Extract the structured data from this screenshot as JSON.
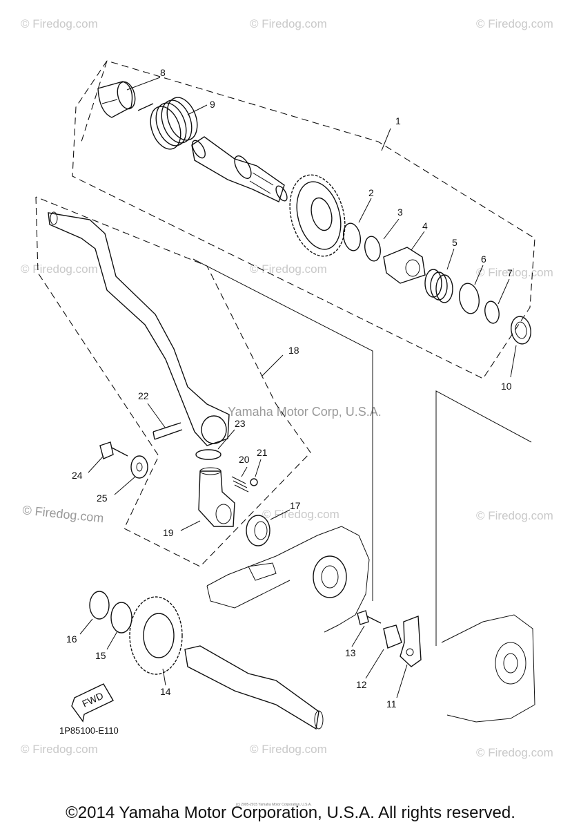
{
  "watermarks": {
    "firedog": "© Firedog.com",
    "firedog_large": "© Firedog.com",
    "yamaha": "Yamaha Motor Corp, U.S.A."
  },
  "diagram": {
    "part_code": "1P85100-E110",
    "fwd_label": "FWD",
    "callouts": [
      "1",
      "2",
      "3",
      "4",
      "5",
      "6",
      "7",
      "8",
      "9",
      "10",
      "11",
      "12",
      "13",
      "14",
      "15",
      "16",
      "17",
      "18",
      "19",
      "20",
      "21",
      "22",
      "23",
      "24",
      "25"
    ]
  },
  "footer": {
    "copyright": "©2014 Yamaha Motor Corporation, U.S.A. All rights reserved.",
    "fine_print": "(c) 2005-2015 Yamaha Motor Corporation, U.S.A."
  },
  "colors": {
    "ink": "#111111",
    "watermark": "#c9c9c9"
  }
}
